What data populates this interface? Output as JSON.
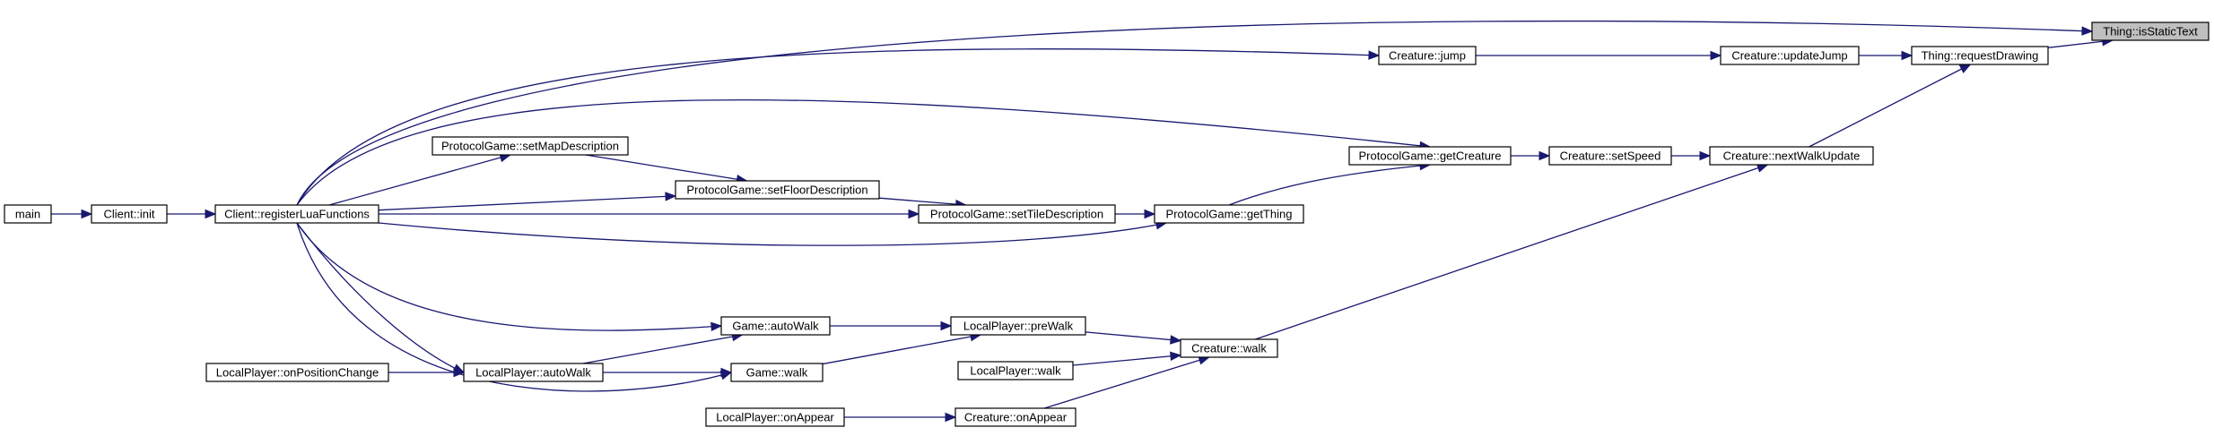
{
  "diagram": {
    "type": "call-graph",
    "colors": {
      "edge": "#191970",
      "highlight_fill": "#bfbfbf",
      "node_fill": "#ffffff",
      "border": "#000000"
    },
    "nodes": [
      {
        "id": "n0",
        "label": "Thing::isStaticText",
        "highlight": true
      },
      {
        "id": "n1",
        "label": "Thing::requestDrawing"
      },
      {
        "id": "n2",
        "label": "Creature::updateJump"
      },
      {
        "id": "n3",
        "label": "Creature::jump"
      },
      {
        "id": "n4",
        "label": "Creature::nextWalkUpdate"
      },
      {
        "id": "n5",
        "label": "Creature::setSpeed"
      },
      {
        "id": "n6",
        "label": "ProtocolGame::getCreature"
      },
      {
        "id": "n7",
        "label": "ProtocolGame::setMapDescription"
      },
      {
        "id": "n8",
        "label": "ProtocolGame::setFloorDescription"
      },
      {
        "id": "n9",
        "label": "ProtocolGame::setTileDescription"
      },
      {
        "id": "n10",
        "label": "ProtocolGame::getThing"
      },
      {
        "id": "n11",
        "label": "main"
      },
      {
        "id": "n12",
        "label": "Client::init"
      },
      {
        "id": "n13",
        "label": "Client::registerLuaFunctions"
      },
      {
        "id": "n14",
        "label": "Game::autoWalk"
      },
      {
        "id": "n15",
        "label": "LocalPlayer::preWalk"
      },
      {
        "id": "n16",
        "label": "Creature::walk"
      },
      {
        "id": "n17",
        "label": "LocalPlayer::walk"
      },
      {
        "id": "n18",
        "label": "LocalPlayer::onPositionChange"
      },
      {
        "id": "n19",
        "label": "LocalPlayer::autoWalk"
      },
      {
        "id": "n20",
        "label": "Game::walk"
      },
      {
        "id": "n21",
        "label": "LocalPlayer::onAppear"
      },
      {
        "id": "n22",
        "label": "Creature::onAppear"
      }
    ],
    "edges": [
      {
        "from": "n1",
        "to": "n0"
      },
      {
        "from": "n13",
        "to": "n0"
      },
      {
        "from": "n2",
        "to": "n1"
      },
      {
        "from": "n4",
        "to": "n1"
      },
      {
        "from": "n3",
        "to": "n2"
      },
      {
        "from": "n13",
        "to": "n3"
      },
      {
        "from": "n5",
        "to": "n4"
      },
      {
        "from": "n16",
        "to": "n4"
      },
      {
        "from": "n6",
        "to": "n5"
      },
      {
        "from": "n13",
        "to": "n6"
      },
      {
        "from": "n10",
        "to": "n6"
      },
      {
        "from": "n13",
        "to": "n7"
      },
      {
        "from": "n7",
        "to": "n8"
      },
      {
        "from": "n13",
        "to": "n8"
      },
      {
        "from": "n8",
        "to": "n9"
      },
      {
        "from": "n13",
        "to": "n9"
      },
      {
        "from": "n9",
        "to": "n10"
      },
      {
        "from": "n13",
        "to": "n10"
      },
      {
        "from": "n11",
        "to": "n12"
      },
      {
        "from": "n12",
        "to": "n13"
      },
      {
        "from": "n13",
        "to": "n14"
      },
      {
        "from": "n19",
        "to": "n14"
      },
      {
        "from": "n14",
        "to": "n15"
      },
      {
        "from": "n20",
        "to": "n15"
      },
      {
        "from": "n15",
        "to": "n16"
      },
      {
        "from": "n17",
        "to": "n16"
      },
      {
        "from": "n22",
        "to": "n16"
      },
      {
        "from": "n13",
        "to": "n19"
      },
      {
        "from": "n18",
        "to": "n19"
      },
      {
        "from": "n13",
        "to": "n20"
      },
      {
        "from": "n19",
        "to": "n20"
      },
      {
        "from": "n21",
        "to": "n22"
      }
    ]
  }
}
